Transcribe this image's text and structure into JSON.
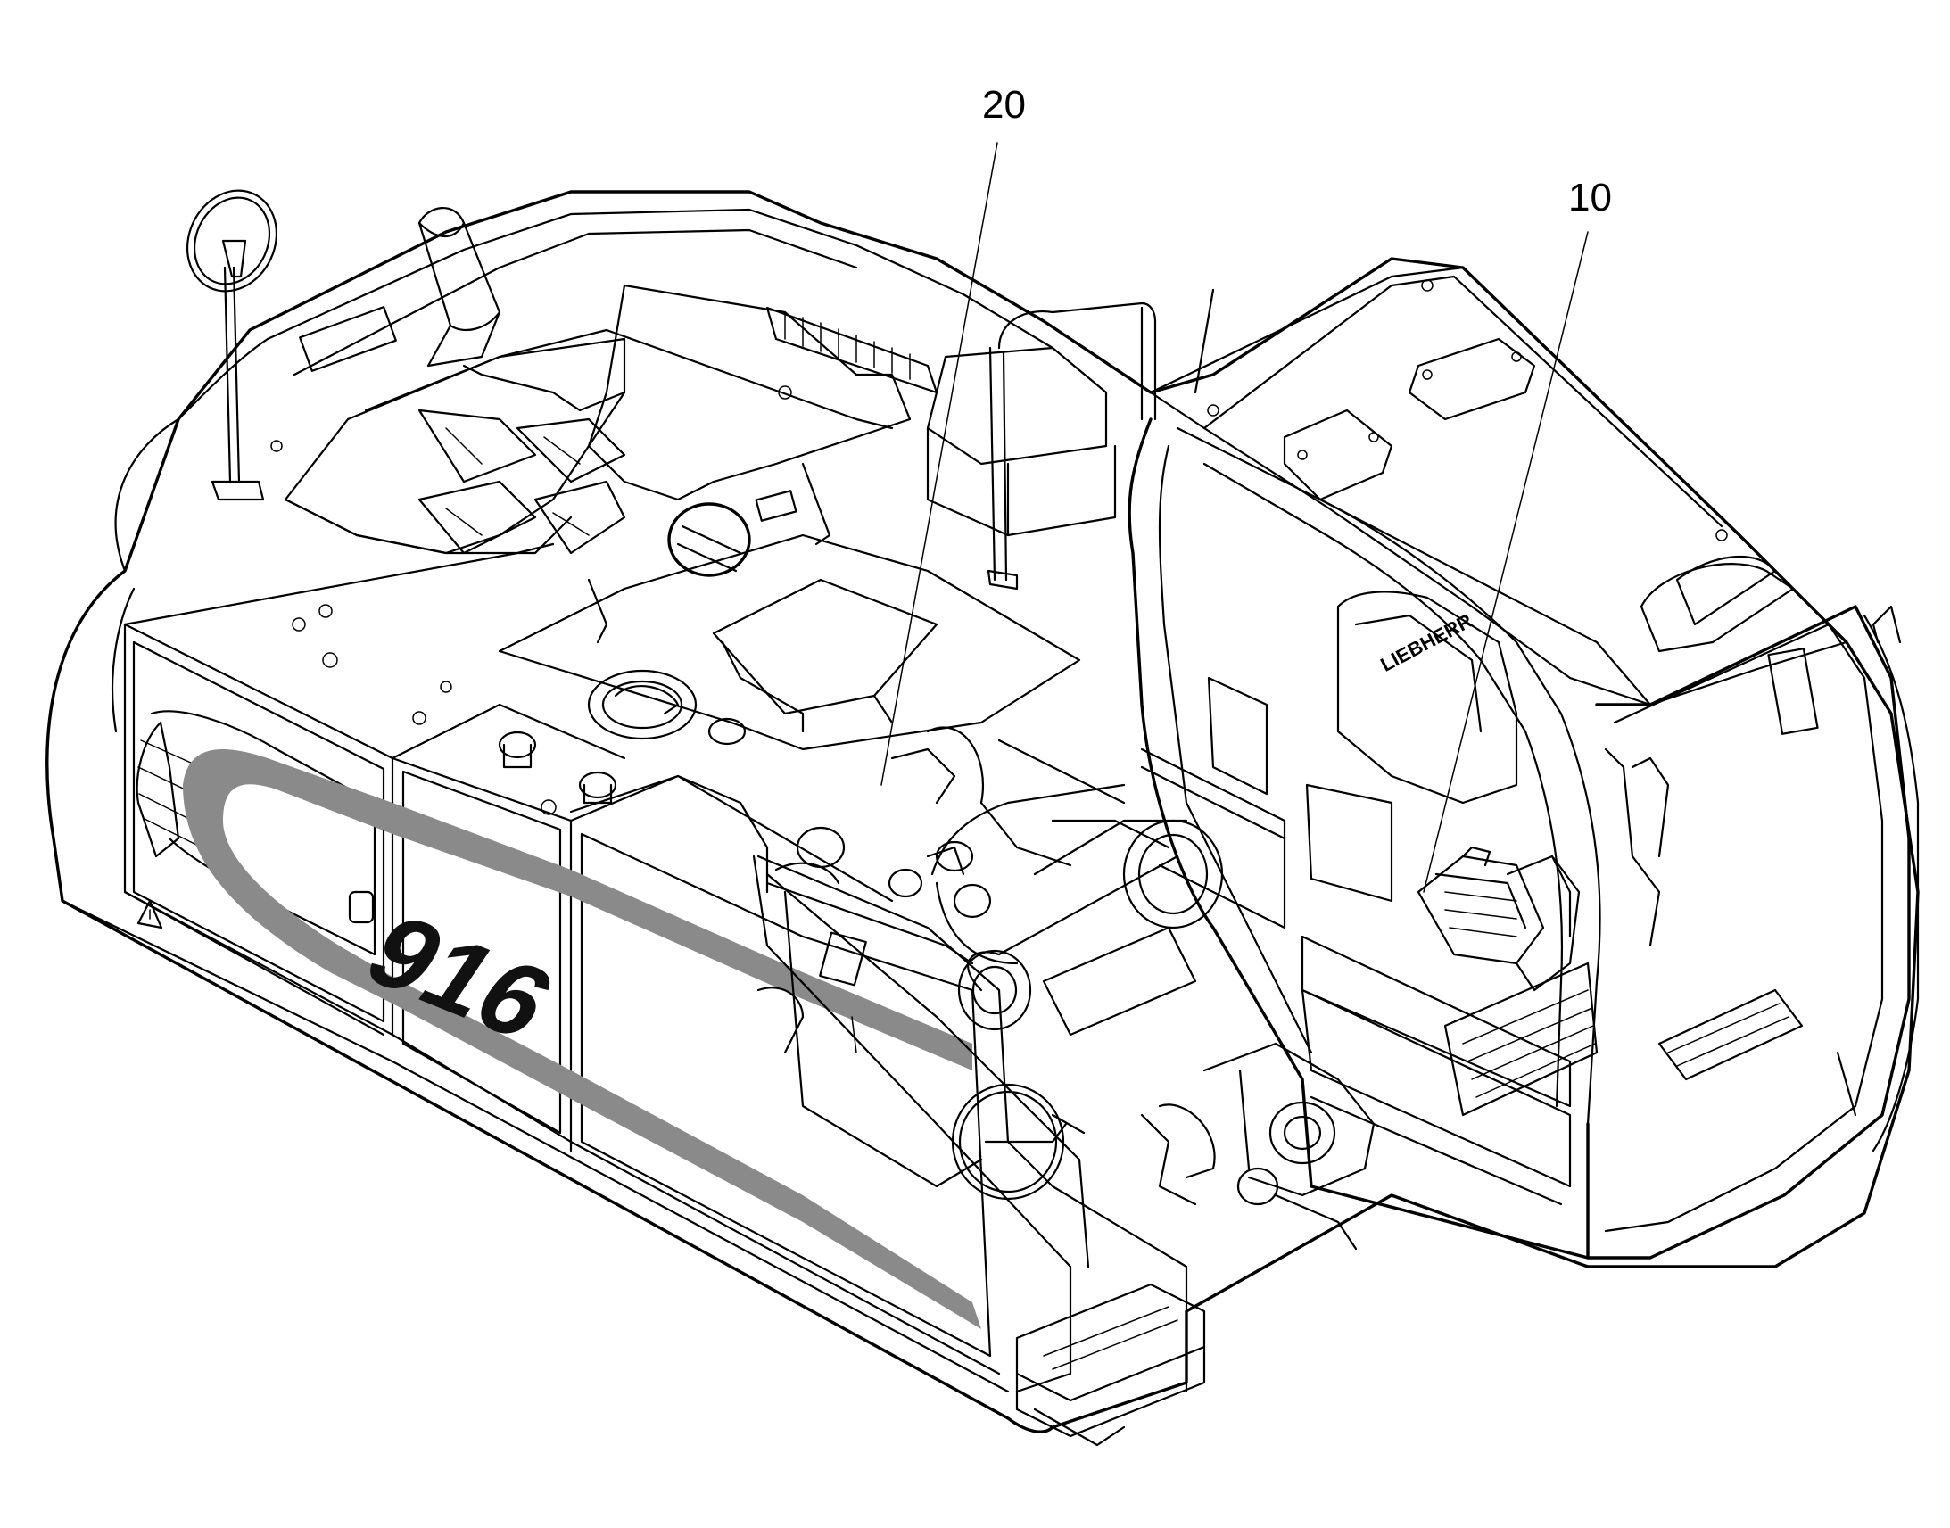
{
  "callouts": [
    {
      "label": "20"
    },
    {
      "label": "10"
    }
  ],
  "machine": {
    "model_marking": "916",
    "brand_marking": "LIEBHERR"
  },
  "warning_symbol": "warning-triangle-icon",
  "colors": {
    "line": "#000000",
    "stripe": "#8a8a8a",
    "background": "#ffffff"
  }
}
